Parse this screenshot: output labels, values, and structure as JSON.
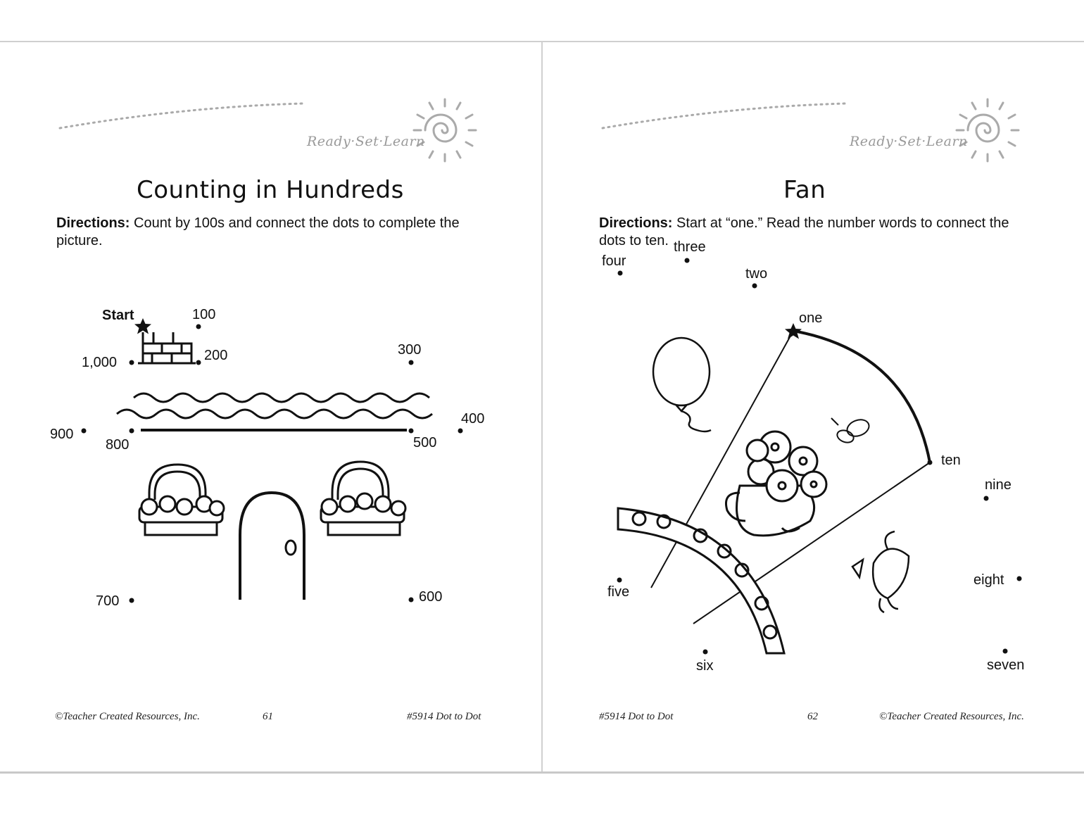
{
  "brand": "Ready·Set·Learn",
  "pages": [
    {
      "title": "Counting in Hundreds",
      "directions_label": "Directions:",
      "directions_text": "Count by 100s and connect the dots to complete the picture.",
      "start_label": "Start",
      "dots": [
        "100",
        "200",
        "300",
        "400",
        "500",
        "600",
        "700",
        "800",
        "900",
        "1,000"
      ],
      "footer_left": "©Teacher Created Resources, Inc.",
      "footer_center": "61",
      "footer_right": "#5914 Dot to Dot"
    },
    {
      "title": "Fan",
      "directions_label": "Directions:",
      "directions_text": "Start at “one.”  Read the number words to connect the dots to ten.",
      "dots": [
        "one",
        "two",
        "three",
        "four",
        "five",
        "six",
        "seven",
        "eight",
        "nine",
        "ten"
      ],
      "footer_left": "#5914 Dot to Dot",
      "footer_center": "62",
      "footer_right": "©Teacher Created Resources, Inc."
    }
  ]
}
